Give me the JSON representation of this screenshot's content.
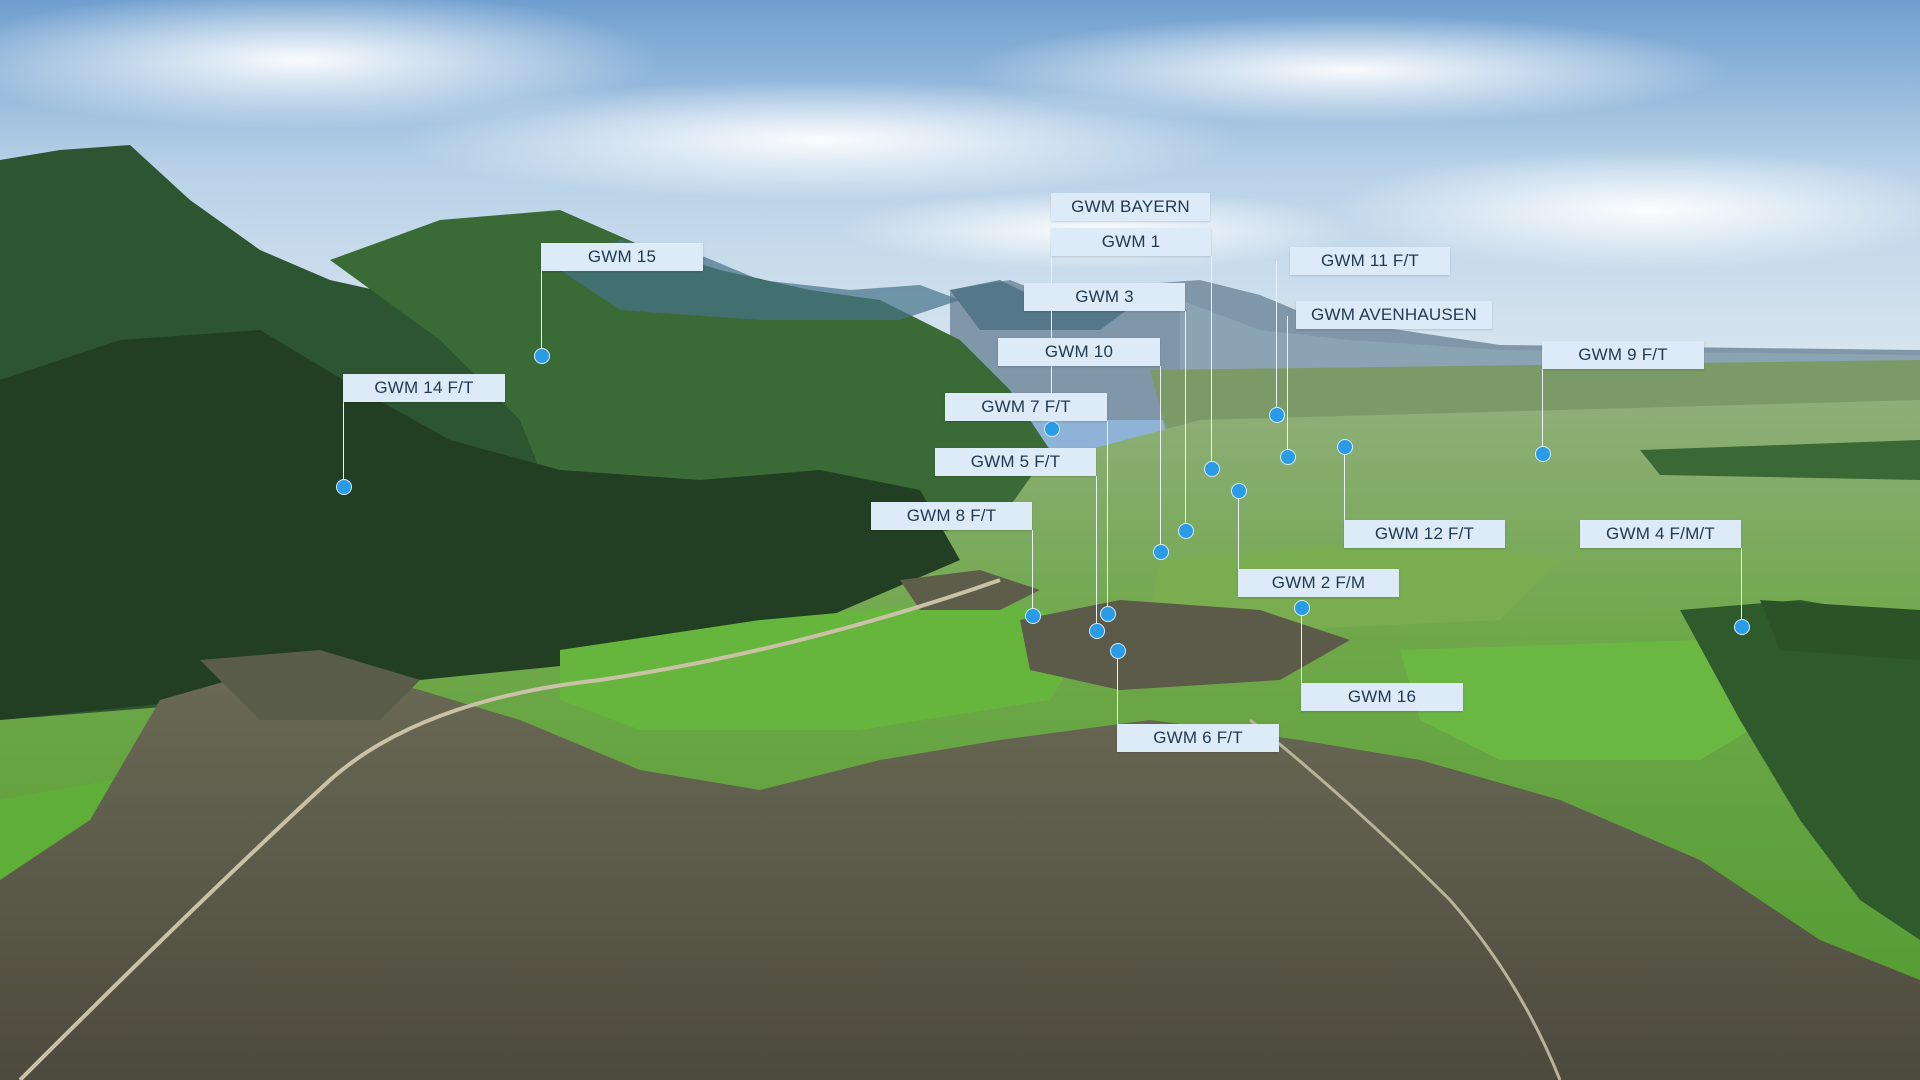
{
  "markers": [
    {
      "id": "gwm-bayern",
      "label": "GWM BAYERN"
    },
    {
      "id": "gwm-1",
      "label": "GWM 1"
    },
    {
      "id": "gwm-11",
      "label": "GWM 11 F/T"
    },
    {
      "id": "gwm-15",
      "label": "GWM 15"
    },
    {
      "id": "gwm-3",
      "label": "GWM 3"
    },
    {
      "id": "gwm-avenhausen",
      "label": "GWM AVENHAUSEN"
    },
    {
      "id": "gwm-10",
      "label": "GWM 10"
    },
    {
      "id": "gwm-9",
      "label": "GWM 9 F/T"
    },
    {
      "id": "gwm-14",
      "label": "GWM 14 F/T"
    },
    {
      "id": "gwm-7",
      "label": "GWM 7 F/T"
    },
    {
      "id": "gwm-5",
      "label": "GWM 5 F/T"
    },
    {
      "id": "gwm-8",
      "label": "GWM 8 F/T"
    },
    {
      "id": "gwm-12",
      "label": "GWM 12 F/T"
    },
    {
      "id": "gwm-4",
      "label": "GWM 4 F/M/T"
    },
    {
      "id": "gwm-2",
      "label": "GWM 2 F/M"
    },
    {
      "id": "gwm-16",
      "label": "GWM 16"
    },
    {
      "id": "gwm-6",
      "label": "GWM 6 F/T"
    }
  ]
}
